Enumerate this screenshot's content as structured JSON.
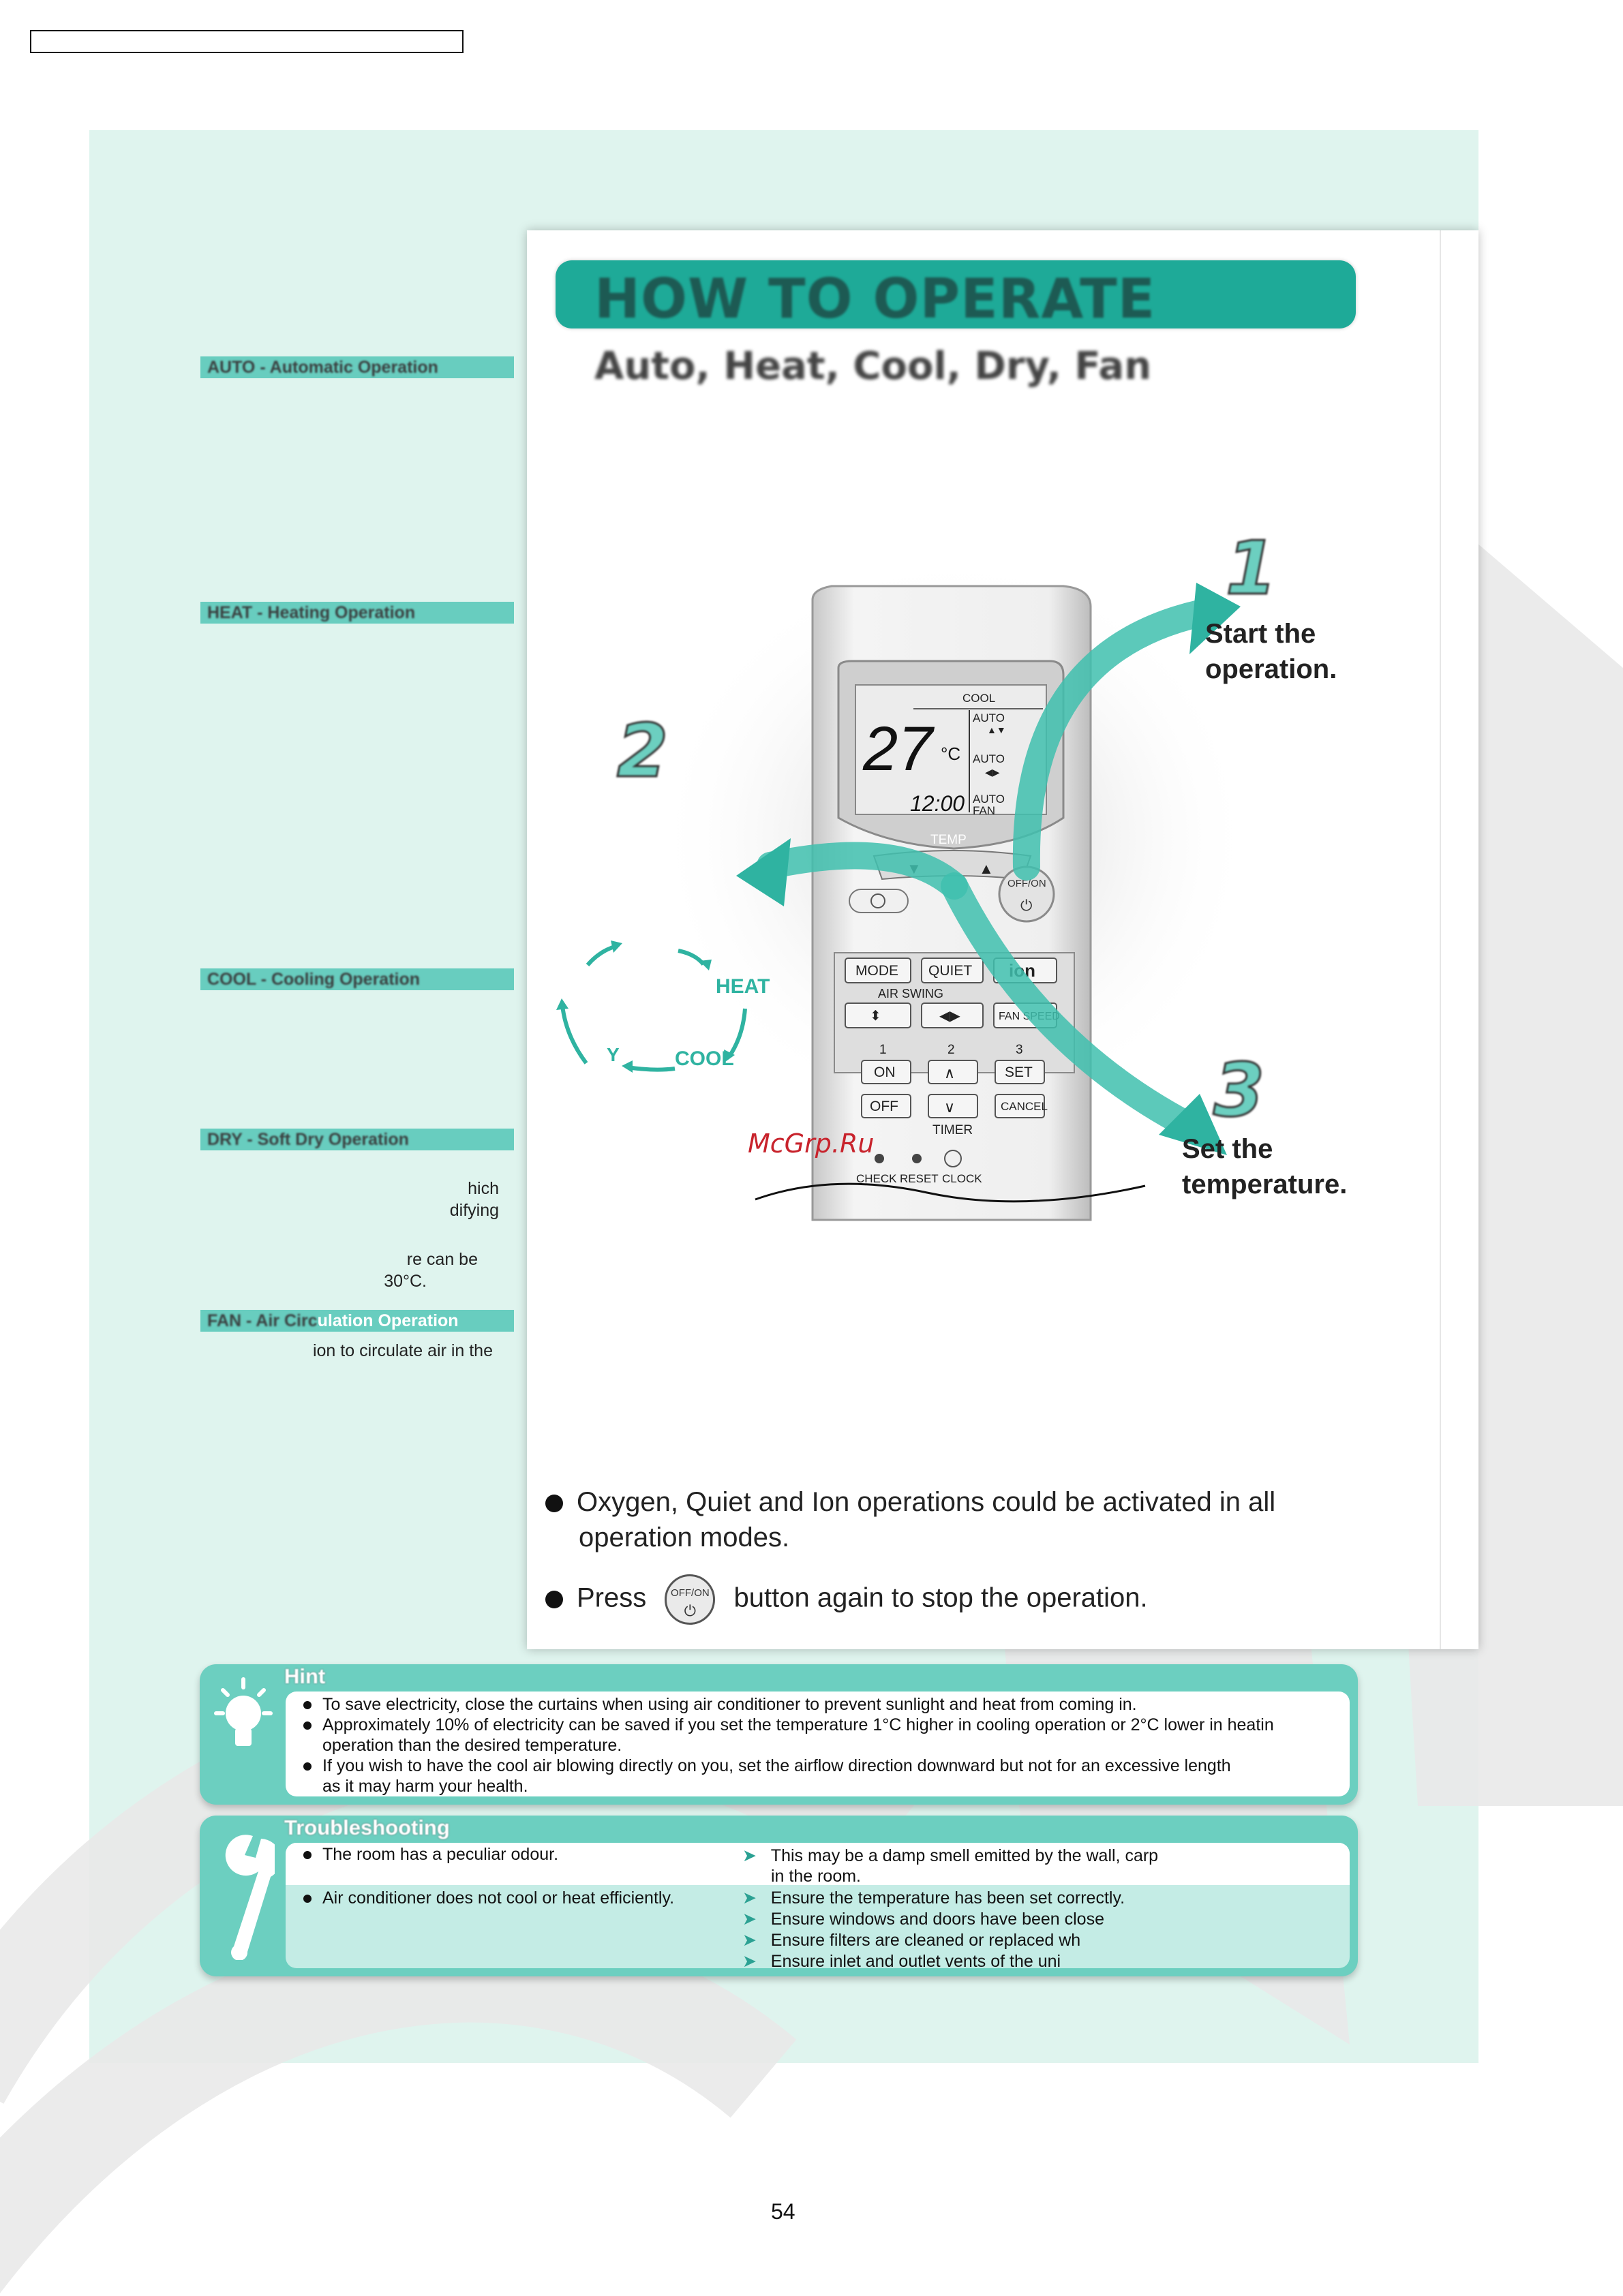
{
  "page": {
    "title": "HOW TO OPERATE",
    "subtitle": "Auto, Heat, Cool, Dry, Fan",
    "page_number": "54"
  },
  "modes": [
    {
      "label": "AUTO - Automatic Operation",
      "fragments": []
    },
    {
      "label": "HEAT - Heating Operation",
      "fragments": []
    },
    {
      "label": "COOL - Cooling Operation",
      "fragments": []
    },
    {
      "label": "DRY - Soft Dry Operation",
      "fragments": [
        "hich",
        "difying",
        "re can be",
        "30°C."
      ]
    },
    {
      "label_blurred": "FAN - Air Circ",
      "label_clear": "ulation Operation",
      "fragments": [
        "ion to circulate air in the"
      ]
    }
  ],
  "steps": [
    {
      "number": "1",
      "text_line1": "Start the",
      "text_line2": "operation."
    },
    {
      "number": "2"
    },
    {
      "number": "3",
      "text_line1": "Set the",
      "text_line2": "temperature."
    }
  ],
  "mode_cycle": {
    "heat": "HEAT",
    "cool": "COOL",
    "dry_fragment": "Y"
  },
  "remote": {
    "lcd_mode": "COOL",
    "lcd_temp": "27",
    "lcd_unit": "°C",
    "lcd_clock": "12:00",
    "lcd_swing_top": "AUTO",
    "lcd_swing_mid": "AUTO",
    "lcd_fan_top": "AUTO",
    "lcd_fan_bottom": "FAN",
    "temp_label": "TEMP",
    "offon_label": "OFF/ON",
    "power_symbol": "⏻",
    "buttons": {
      "mode": "MODE",
      "quiet": "QUIET",
      "ion": "ion",
      "air_swing": "AIR SWING",
      "fan_speed": "FAN SPEED",
      "on": "ON",
      "off": "OFF",
      "set": "SET",
      "cancel": "CANCEL",
      "timer": "TIMER",
      "check": "CHECK",
      "reset": "RESET",
      "clock": "CLOCK"
    },
    "timer_numbers": [
      "1",
      "2",
      "3"
    ]
  },
  "watermark": "McGrp.Ru",
  "notes": {
    "note1_line1": "Oxygen, Quiet and Ion operations could be activated in all",
    "note1_line2": "operation modes.",
    "note2_before": "Press",
    "note2_after": "button again to stop the operation.",
    "icon_label": "OFF/ON"
  },
  "hint": {
    "title": "Hint",
    "lines": [
      "To save electricity, close the curtains when using air conditioner to prevent sunlight and heat from coming in.",
      "Approximately 10% of electricity can be saved if you set the temperature 1°C higher in cooling operation or 2°C lower in heatin",
      "operation than the desired temperature.",
      "If you wish to have the cool air blowing directly on you, set the airflow direction downward but not for an excessive length",
      "as it may harm your health."
    ]
  },
  "troubleshooting": {
    "title": "Troubleshooting",
    "rows": [
      {
        "problem": "The room has a peculiar odour.",
        "solutions": [
          "This may be a damp smell emitted by the wall, carp",
          "in the room."
        ]
      },
      {
        "problem": "Air conditioner does not cool or heat efficiently.",
        "solutions": [
          "Ensure the temperature has been set correctly.",
          "Ensure windows and doors have been close",
          "Ensure filters are cleaned or replaced wh",
          "Ensure inlet and outlet vents of the uni"
        ]
      }
    ],
    "arrow": "➤"
  },
  "colors": {
    "teal": "#1eaa98",
    "teal_light": "#6ccfc0",
    "panel_bg": "#dff4ee",
    "watermark": "#c8232c"
  }
}
